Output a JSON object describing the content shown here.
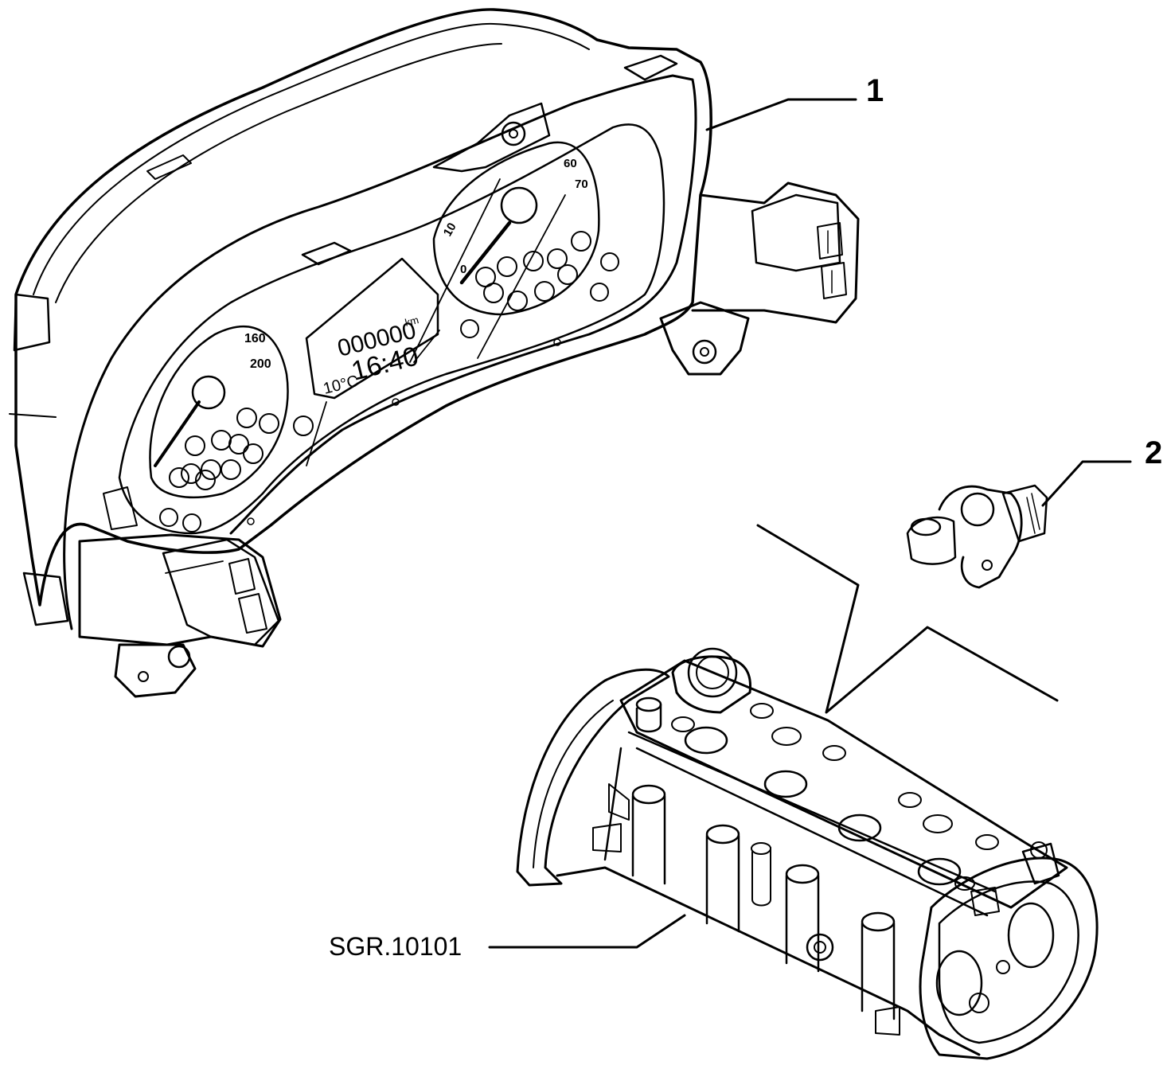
{
  "callouts": {
    "part_1": "1",
    "part_2": "2"
  },
  "reference": "SGR.10101",
  "cluster_display": {
    "odometer": "000000",
    "odometer_unit": "km",
    "clock": "16:40",
    "temp_prefix": "10°C"
  },
  "speedo_ticks": [
    "160",
    "200"
  ],
  "tacho_ticks": [
    "10",
    "0",
    "60",
    "70"
  ],
  "colors": {
    "line": "#000000",
    "background": "#ffffff"
  }
}
